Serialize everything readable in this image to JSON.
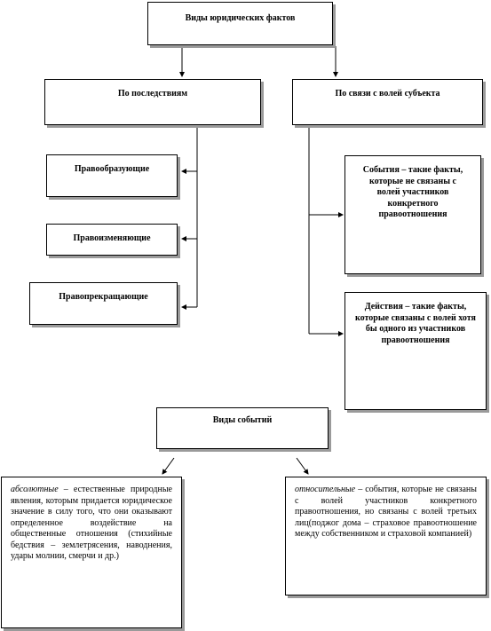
{
  "root": {
    "label": "Виды юридических фактов"
  },
  "left_branch": {
    "label": "По последствиям",
    "items": [
      "Правообразующие",
      "Правоизменяющие",
      "Правопрекращающие"
    ]
  },
  "right_branch": {
    "label": "По связи с волей субъекта",
    "items": [
      "События – такие факты, которые не связаны с волей участников конкретного правоотношения",
      "Действия – такие факты, которые связаны с волей хотя бы одного из участников правоотношения"
    ]
  },
  "events": {
    "label": "Виды событий",
    "absolute": {
      "term": "абсолютные",
      "text": " – естественные природные явления, которым придается юридическое значение в силу того, что они оказывают определенное воздействие на общественные отношения (стихийные бедствия – землетрясения, наводнения, удары молнии, смерчи и др.)"
    },
    "relative": {
      "term": "относительные",
      "text": " – события, которые не связаны с волей участников конкретного правоотношения, но связаны с волей третьих лиц(поджог дома – страховое правоотношение между собственником и страховой компанией)"
    }
  },
  "colors": {
    "line": "#000000",
    "shadow": "#9a9a9a"
  }
}
